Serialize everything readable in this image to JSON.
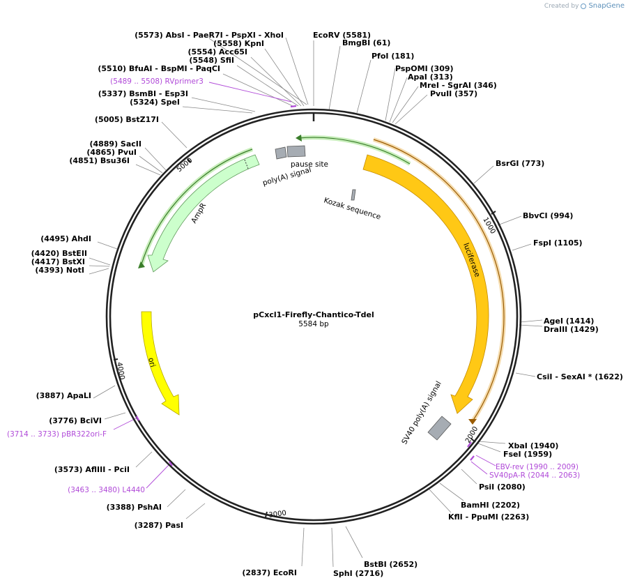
{
  "credit": {
    "prefix": "Created by",
    "brand": "SnapGene"
  },
  "plasmid": {
    "name": "pCxcl1-Firefly-Chantico-Tdel",
    "length_label": "5584 bp",
    "length": 5584
  },
  "ticks": [
    "1000",
    "2000",
    "3000",
    "4000",
    "5000"
  ],
  "features": [
    {
      "id": "luciferase",
      "label": "luciferase",
      "color": "#ffc815"
    },
    {
      "id": "ampr",
      "label": "AmpR",
      "color": "#ccffcc"
    },
    {
      "id": "ori",
      "label": "ori",
      "color": "#ffff00"
    },
    {
      "id": "sv40pa",
      "label": "SV40 poly(A) signal",
      "color": "#a6acb3"
    },
    {
      "id": "polya",
      "label": "poly(A) signal",
      "color": "#a6acb3"
    },
    {
      "id": "pause",
      "label": "pause site",
      "color": "#a6acb3"
    },
    {
      "id": "kozak",
      "label": "Kozak sequence",
      "color": "#a6acb3"
    }
  ],
  "sites": [
    {
      "text": "(5573)  AbsI  - PaeR7I  - PspXI  - XhoI"
    },
    {
      "text": "(5558)  KpnI"
    },
    {
      "text": "(5554)  Acc65I"
    },
    {
      "text": "(5548)  SfiI"
    },
    {
      "text": "(5510)  BfuAI  - BspMI  - PaqCI"
    },
    {
      "text": "(5337)  BsmBI  - Esp3I"
    },
    {
      "text": "(5324)  SpeI"
    },
    {
      "text": "(5005)  BstZ17I"
    },
    {
      "text": "(4889)  SacII"
    },
    {
      "text": "(4865)  PvuI"
    },
    {
      "text": "(4851)  Bsu36I"
    },
    {
      "text": "(4495)  AhdI"
    },
    {
      "text": "(4420)  BstEII"
    },
    {
      "text": "(4417)  BstXI"
    },
    {
      "text": "(4393)  NotI"
    },
    {
      "text": "(3887)  ApaLI"
    },
    {
      "text": "(3776)  BciVI"
    },
    {
      "text": "(3573)  AflIII  - PciI"
    },
    {
      "text": "(3388)  PshAI"
    },
    {
      "text": "(3287)  PasI"
    },
    {
      "text": "(2837)  EcoRI"
    },
    {
      "text": "SphI  (2716)"
    },
    {
      "text": "BstBI  (2652)"
    },
    {
      "text": "KflI  - PpuMI  (2263)"
    },
    {
      "text": "BamHI  (2202)"
    },
    {
      "text": "PsiI  (2080)"
    },
    {
      "text": "FseI  (1959)"
    },
    {
      "text": "XbaI  (1940)"
    },
    {
      "text": "CsiI  - SexAI *  (1622)"
    },
    {
      "text": "DraIII  (1429)"
    },
    {
      "text": "AgeI  (1414)"
    },
    {
      "text": "FspI  (1105)"
    },
    {
      "text": "BbvCI  (994)"
    },
    {
      "text": "BsrGI  (773)"
    },
    {
      "text": "PvuII  (357)"
    },
    {
      "text": "MreI  - SgrAI  (346)"
    },
    {
      "text": "ApaI  (313)"
    },
    {
      "text": "PspOMI  (309)"
    },
    {
      "text": "PfoI  (181)"
    },
    {
      "text": "BmgBI  (61)"
    },
    {
      "text": "EcoRV  (5581)"
    }
  ],
  "primers": [
    {
      "text": "(5489 .. 5508)  RVprimer3"
    },
    {
      "text": "(3714 .. 3733)  pBR322ori-F"
    },
    {
      "text": "(3463 .. 3480)  L4440"
    },
    {
      "text": "EBV-rev  (1990 .. 2009)"
    },
    {
      "text": "SV40pA-R  (2044 .. 2063)"
    }
  ]
}
